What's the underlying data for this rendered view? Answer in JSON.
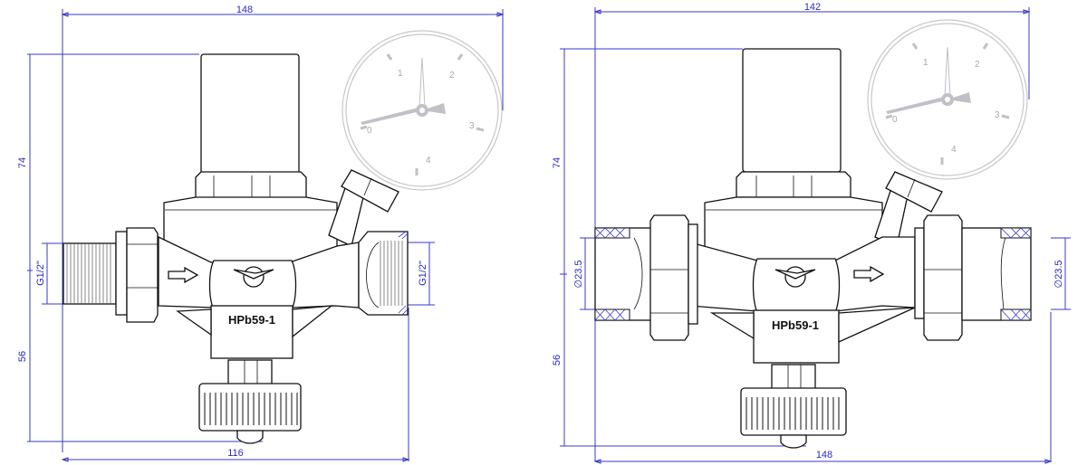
{
  "drawing": {
    "type": "technical_drawing",
    "subject": "pressure reducing valve with pressure gauge",
    "line_color": "#111111",
    "dimension_color": "#2b2bb8",
    "gauge_color": "#c0c0c8"
  },
  "views": [
    {
      "id": "left",
      "connection": "threaded",
      "dimensions": {
        "overall_width": "148",
        "body_width": "116",
        "height_top": "74",
        "height_bottom": "56",
        "inlet_thread": "G1/2\"",
        "outlet_thread": "G1/2\""
      },
      "body_marking": "HPb59-1",
      "flow_arrow": "right",
      "gauge": {
        "scale_labels": [
          "0",
          "1",
          "2",
          "3",
          "4"
        ]
      }
    },
    {
      "id": "right",
      "connection": "union / pipe",
      "dimensions": {
        "overall_width": "142",
        "body_width": "148",
        "height_top": "74",
        "height_bottom": "56",
        "inlet_diameter": "∅23.5",
        "outlet_diameter": "∅23.5"
      },
      "body_marking": "HPb59-1",
      "flow_arrow": "right",
      "gauge": {
        "scale_labels": [
          "0",
          "1",
          "2",
          "3",
          "4"
        ]
      }
    }
  ]
}
